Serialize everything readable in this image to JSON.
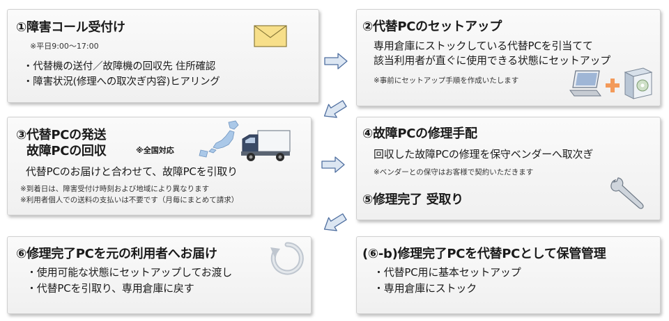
{
  "step1": {
    "title": "①障害コール受付け",
    "hours": "※平日9:00～17:00",
    "bullets": [
      "・代替機の送付／故障機の回収先 住所確認",
      "・障害状況(修理への取次ぎ内容)ヒアリング"
    ]
  },
  "step2": {
    "title": "②代替PCのセットアップ",
    "lines": [
      "専用倉庫にストックしている代替PCを引当てて",
      "該当利用者が直ぐに使用できる状態にセットアップ"
    ],
    "note": "※事前にセットアップ手順を作成いたします"
  },
  "step3": {
    "title_line1": "③代替PCの発送",
    "title_line2": "故障PCの回収",
    "badge": "※全国対応",
    "body": "代替PCのお届けと合わせて、故障PCを引取り",
    "notes": [
      "※到着日は、障害受付け時刻および地域により異なります",
      "※利用者個人での送料の支払いは不要です（月毎にまとめて請求）"
    ]
  },
  "step4": {
    "title": "④故障PCの修理手配",
    "body": "回収した故障PCの修理を保守ベンダーへ取次ぎ",
    "note": "※ベンダーとの保守はお客様で契約いただきます",
    "step5_title": "⑤修理完了 受取り"
  },
  "step6": {
    "title": "⑥修理完了PCを元の利用者へお届け",
    "bullets": [
      "・使用可能な状態にセットアップしてお渡し",
      "・代替PCを引取り、専用倉庫に戻す"
    ]
  },
  "step6b": {
    "title": "(⑥-b)修理完了PCを代替PCとして保管管理",
    "bullets": [
      "・代替PC用に基本セットアップ",
      "・専用倉庫にストック"
    ]
  },
  "colors": {
    "arrow_fill": "#dce6f2",
    "arrow_stroke": "#4f6fa0",
    "box_border": "#d0d0d0"
  },
  "icons": [
    "envelope-icon",
    "laptop-icon",
    "plus-icon",
    "software-box-icon",
    "japan-map-icon",
    "truck-icon",
    "wrench-icon",
    "refresh-icon"
  ]
}
